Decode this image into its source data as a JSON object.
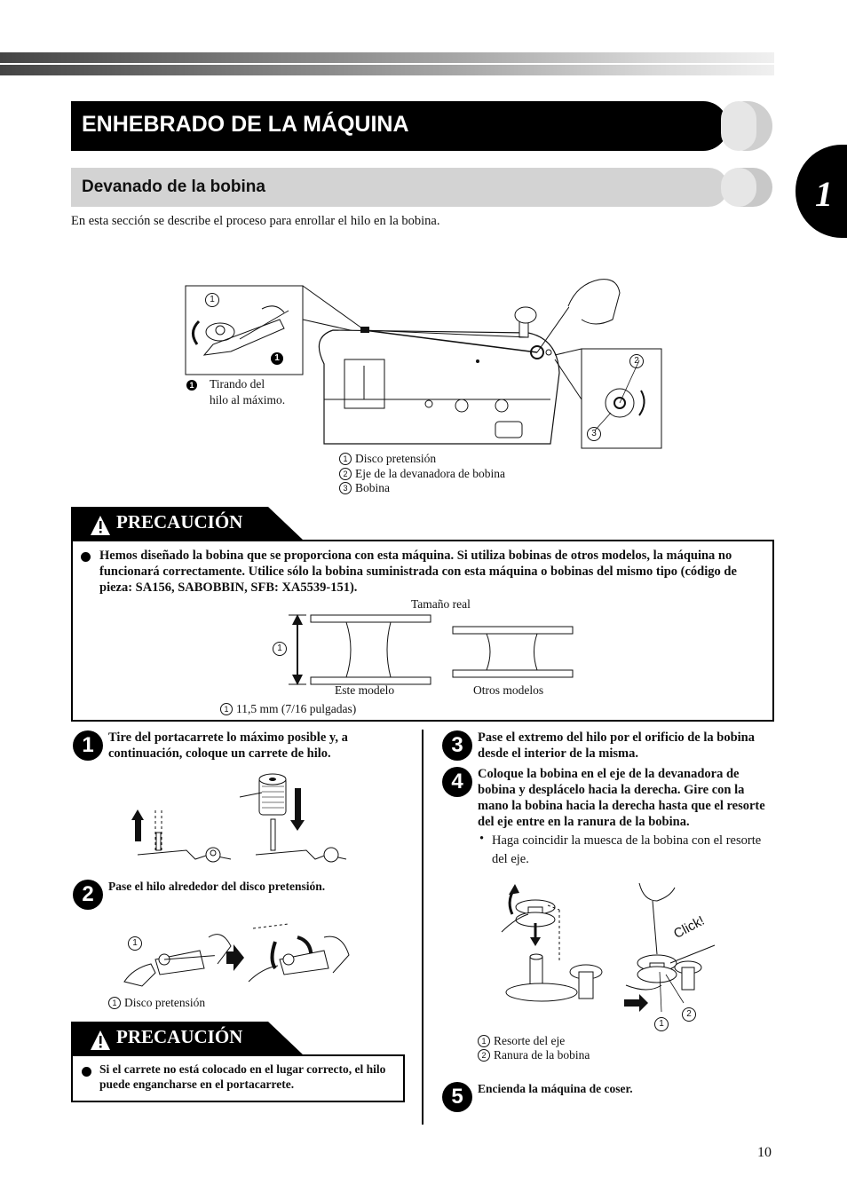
{
  "header": {
    "title": "ENHEBRADO DE LA MÁQUINA",
    "chapter_tab": "1"
  },
  "section": {
    "title": "Devanado de la bobina",
    "intro": "En esta sección se describe el proceso para enrollar el hilo en la bobina."
  },
  "main_figure": {
    "inset_left_label_num": "1",
    "inset_left_badge": "1",
    "tirando_line1": "Tirando del",
    "tirando_line2": "hilo al máximo.",
    "inset_right_label_2": "2",
    "inset_right_label_3": "3",
    "legend": [
      {
        "num": "1",
        "text": "Disco pretensión"
      },
      {
        "num": "2",
        "text": "Eje de la devanadora de bobina"
      },
      {
        "num": "3",
        "text": "Bobina"
      }
    ]
  },
  "caution1": {
    "title": "PRECAUCIÓN",
    "text": "Hemos diseñado la bobina que se proporciona con esta máquina. Si utiliza bobinas de otros modelos, la máquina no funcionará correctamente. Utilice sólo la bobina suministrada con esta máquina o bobinas del mismo tipo (código de pieza: SA156, SABOBBIN, SFB: XA5539-151).",
    "size_label": "Tamaño real",
    "num_label": "1",
    "this_model": "Este modelo",
    "other_models": "Otros modelos",
    "measure_num": "1",
    "measure": "11,5 mm (7/16 pulgadas)"
  },
  "steps": {
    "s1_num": "1",
    "s1_text": "Tire del portacarrete lo máximo posible y, a continuación, coloque un carrete de hilo.",
    "s2_num": "2",
    "s2_text": "Pase el hilo alrededor del disco pretensión.",
    "s2_fig_num": "1",
    "s2_caption_num": "1",
    "s2_caption": "Disco pretensión",
    "s3_num": "3",
    "s3_text": "Pase el extremo del hilo por el orificio de la bobina desde el interior de la misma.",
    "s4_num": "4",
    "s4_text": "Coloque la bobina en el eje de la devanadora de bobina y desplácelo hacia la derecha. Gire con la mano la bobina hacia la derecha hasta que el resorte del eje entre en la ranura de la bobina.",
    "s4_bullet": "Haga coincidir la muesca de la bobina con el resorte del eje.",
    "s4_click": "Click!",
    "s4_fig_1": "1",
    "s4_fig_2": "2",
    "s4_legend": [
      {
        "num": "1",
        "text": "Resorte del eje"
      },
      {
        "num": "2",
        "text": "Ranura de la bobina"
      }
    ],
    "s5_num": "5",
    "s5_text": "Encienda la máquina de coser."
  },
  "caution2": {
    "title": "PRECAUCIÓN",
    "text": "Si el carrete no está colocado en el lugar correcto, el hilo puede engancharse en el portacarrete."
  },
  "footer": {
    "page_number": "10"
  }
}
